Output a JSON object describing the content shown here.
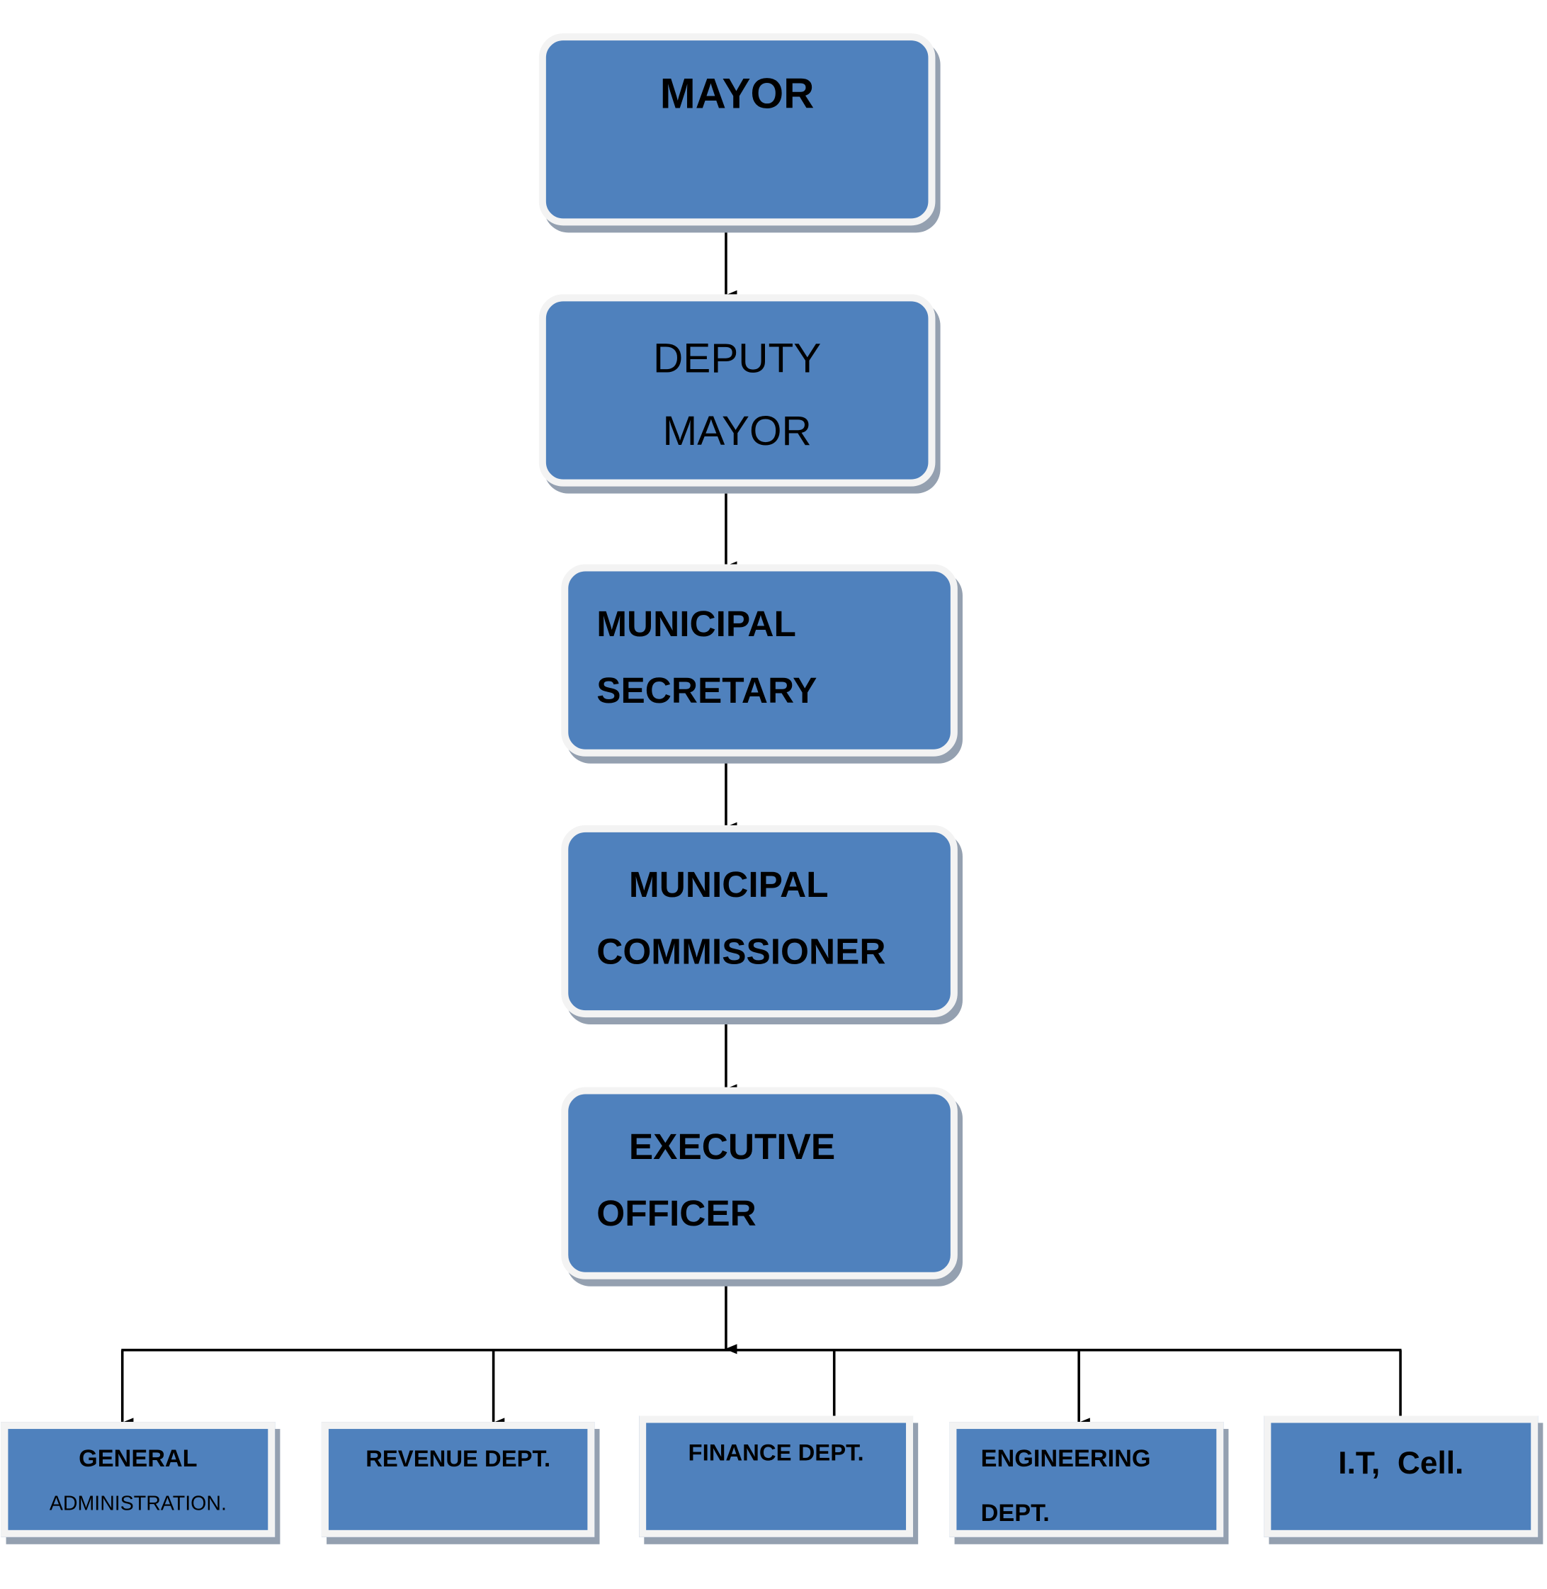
{
  "colors": {
    "box_fill": "#4f81bd",
    "box_border": "#f3f3f3",
    "box_shadow": "#94a0b0",
    "connector": "#000000"
  },
  "hierarchy": {
    "mayor": {
      "line1": "MAYOR"
    },
    "deputy_mayor": {
      "line1": "DEPUTY",
      "line2": "MAYOR"
    },
    "municipal_secretary": {
      "line1": "MUNICIPAL",
      "line2": "SECRETARY"
    },
    "municipal_commissioner": {
      "line1": "MUNICIPAL",
      "line2": "COMMISSIONER"
    },
    "executive_officer": {
      "line1": "EXECUTIVE",
      "line2": "OFFICER"
    }
  },
  "departments": [
    {
      "line1": "GENERAL",
      "line2": "ADMINISTRATION."
    },
    {
      "line1": "REVENUE DEPT."
    },
    {
      "line1": "FINANCE DEPT."
    },
    {
      "line1": "ENGINEERING",
      "line2": "DEPT."
    },
    {
      "line1": "I.T,  Cell."
    }
  ]
}
